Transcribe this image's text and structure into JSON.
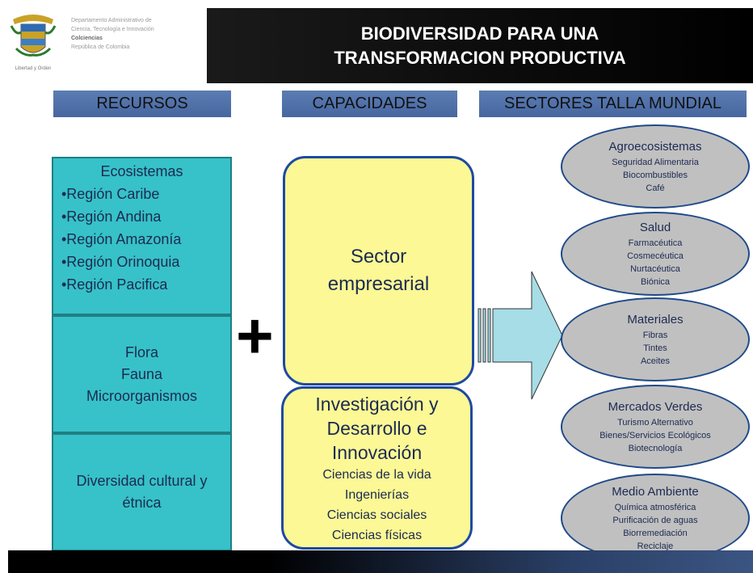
{
  "logo": {
    "lines": [
      "Departamento Administrativo de",
      "Ciencia, Tecnología e Innovación",
      "Colciencias",
      "República de Colombia"
    ]
  },
  "title": {
    "line1": "BIODIVERSIDAD PARA UNA",
    "line2": "TRANSFORMACION PRODUCTIVA"
  },
  "headers": {
    "recursos": "RECURSOS",
    "capacidades": "CAPACIDADES",
    "sectores": "SECTORES TALLA MUNDIAL"
  },
  "recursos": {
    "ecosistemas_title": "Ecosistemas",
    "regiones": [
      "•Región Caribe",
      "•Región Andina",
      "•Región Amazonía",
      "•Región Orinoquia",
      "•Región Pacifica"
    ],
    "biota": [
      "Flora",
      "Fauna",
      "Microorganismos"
    ],
    "diversidad": "Diversidad cultural  y étnica"
  },
  "plus": "+",
  "capacidades": {
    "sector_line1": "Sector",
    "sector_line2": "empresarial",
    "idi_line1": "Investigación y",
    "idi_line2": "Desarrollo e",
    "idi_line3": "Innovación",
    "ciencias": [
      "Ciencias de la vida",
      "Ingenierías",
      "Ciencias sociales",
      "Ciencias físicas"
    ]
  },
  "sectores": [
    {
      "title": "Agroecosistemas",
      "items": [
        "Seguridad Alimentaria",
        "Biocombustibles",
        "Café"
      ]
    },
    {
      "title": "Salud",
      "items": [
        "Farmacéutica",
        "Cosmecéutica",
        "Nurtacéutica",
        "Biónica"
      ]
    },
    {
      "title": "Materiales",
      "items": [
        "Fibras",
        "Tintes",
        "Aceites"
      ]
    },
    {
      "title": "Mercados Verdes",
      "items": [
        "Turismo Alternativo",
        "Bienes/Servicios Ecológicos",
        "Biotecnología"
      ]
    },
    {
      "title": "Medio Ambiente",
      "items": [
        "Química atmosférica",
        "Purificación de aguas",
        "Biorremediación",
        "Reciclaje"
      ]
    }
  ],
  "colors": {
    "header_blue": "#4a6fa5",
    "recursos_teal": "#36c2c8",
    "capacidades_yellow": "#fbf895",
    "ellipse_gray": "#c0c0c0",
    "arrow_cyan": "#a6dde6"
  }
}
